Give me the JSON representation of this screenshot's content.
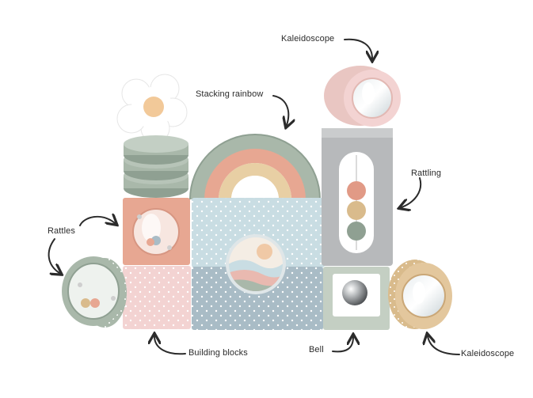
{
  "labels": {
    "kaleidoscope_top": "Kaleidoscope",
    "stacking_rainbow": "Stacking rainbow",
    "rattling": "Rattling",
    "rattles": "Rattles",
    "building_blocks": "Building blocks",
    "bell": "Bell",
    "kaleidoscope_bottom": "Kaleidoscope"
  },
  "colors": {
    "background": "#ffffff",
    "sage": "#a9b8aa",
    "sage_dark": "#8fa092",
    "light_blue": "#c9dde3",
    "coral": "#e7a792",
    "pink": "#f3d3d2",
    "blue_gray": "#a9bcc6",
    "gray": "#b7b9bb",
    "tan": "#d9bb8c",
    "cream": "#f3e2c7",
    "ink": "#2b2b2b"
  }
}
